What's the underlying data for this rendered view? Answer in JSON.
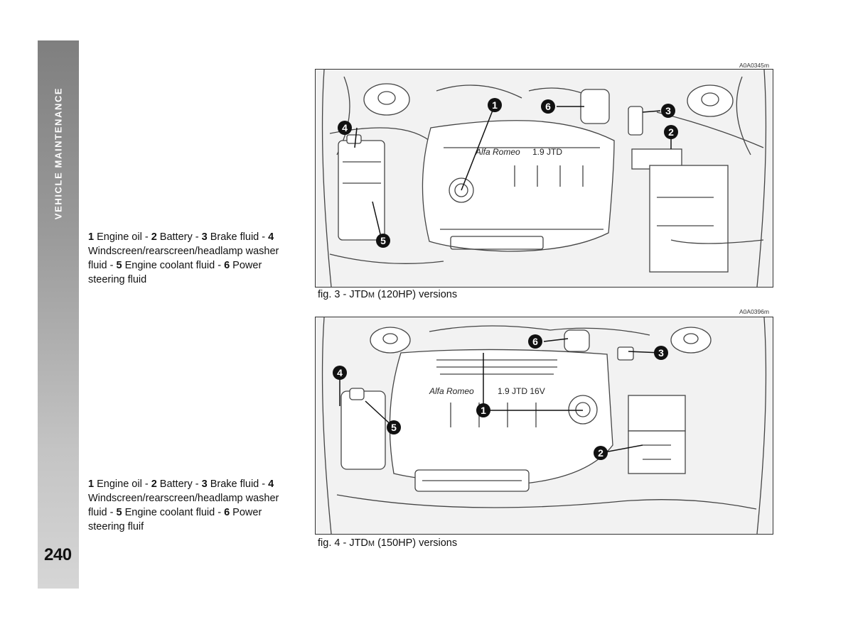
{
  "section": {
    "title": "VEHICLE MAINTENANCE"
  },
  "page": {
    "number": "240"
  },
  "figures": [
    {
      "code": "A0A0345m",
      "caption_prefix": "fig. 3 - JTD",
      "caption_m": "M",
      "caption_suffix": " (120HP) versions",
      "brand_text": "Alfa Romeo",
      "model_text": "1.9 JTD",
      "legend": [
        {
          "num": "1",
          "text": " Engine oil - "
        },
        {
          "num": "2",
          "text": " Battery - "
        },
        {
          "num": "3",
          "text": " Brake fluid - "
        },
        {
          "num": "4",
          "text": " Windscreen/rearscreen/headlamp washer fluid - "
        },
        {
          "num": "5",
          "text": " Engine coolant fluid - "
        },
        {
          "num": "6",
          "text": " Power steering fluid"
        }
      ],
      "callouts": [
        "1",
        "2",
        "3",
        "4",
        "5",
        "6"
      ]
    },
    {
      "code": "A0A0396m",
      "caption_prefix": "fig. 4 - JTD",
      "caption_m": "M",
      "caption_suffix": " (150HP) versions",
      "brand_text": "Alfa Romeo",
      "model_text": "1.9 JTD 16V",
      "legend": [
        {
          "num": "1",
          "text": " Engine oil - "
        },
        {
          "num": "2",
          "text": " Battery - "
        },
        {
          "num": "3",
          "text": " Brake fluid - "
        },
        {
          "num": "4",
          "text": " Windscreen/rearscreen/headlamp washer fluid - "
        },
        {
          "num": "5",
          "text": " Engine coolant fluid - "
        },
        {
          "num": "6",
          "text": " Power steering fluif"
        }
      ],
      "callouts": [
        "1",
        "2",
        "3",
        "4",
        "5",
        "6"
      ]
    }
  ]
}
